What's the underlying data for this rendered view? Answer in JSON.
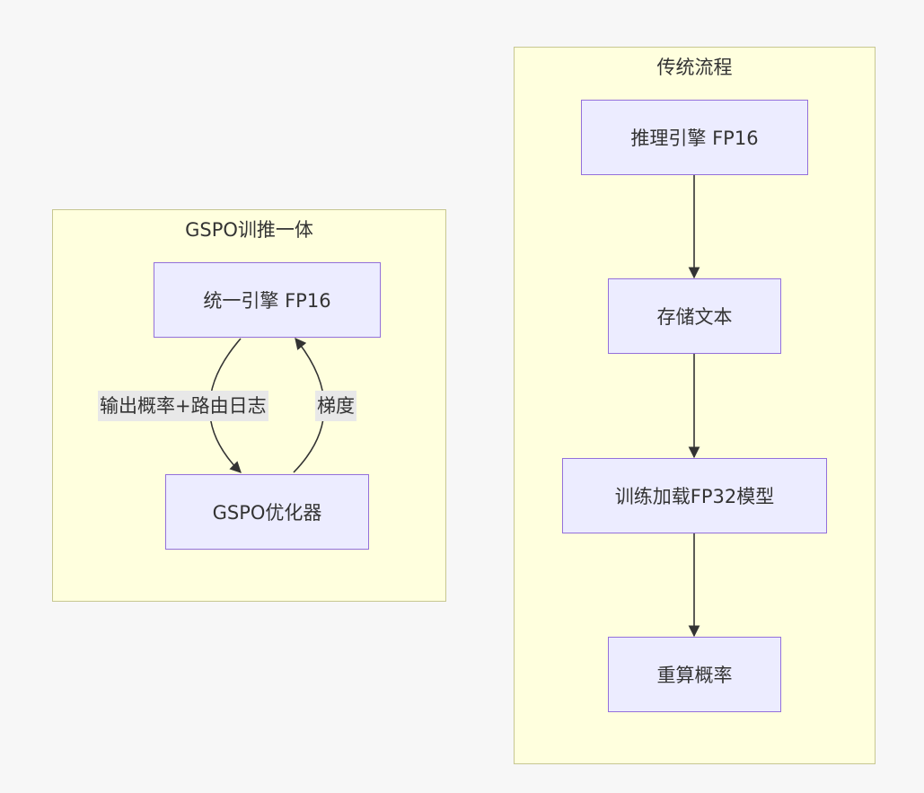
{
  "colors": {
    "background": "#f7f7f7",
    "cluster_fill": "#ffffde",
    "cluster_border": "#c7c791",
    "node_fill": "#ececff",
    "node_border": "#9370db",
    "edge": "#333333",
    "edge_label_bg": "#e8e8e8"
  },
  "gspo": {
    "title": "GSPO训推一体",
    "engine": "统一引擎 FP16",
    "optimizer": "GSPO优化器",
    "edge_forward": "输出概率+路由日志",
    "edge_back": "梯度"
  },
  "traditional": {
    "title": "传统流程",
    "step1": "推理引擎 FP16",
    "step2": "存储文本",
    "step3": "训练加载FP32模型",
    "step4": "重算概率"
  }
}
